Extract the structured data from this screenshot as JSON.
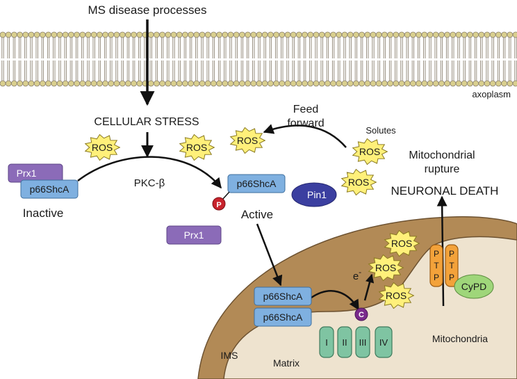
{
  "labels": {
    "ms_disease": "MS disease processes",
    "cellular_stress": "CELLULAR STRESS",
    "axoplasm": "axoplasm",
    "feed": "Feed",
    "forward": "forward",
    "solutes": "Solutes",
    "mito_rupture_1": "Mitochondrial",
    "mito_rupture_2": "rupture",
    "neuronal_death": "NEURONAL DEATH",
    "pkc": "PKC-β",
    "inactive": "Inactive",
    "active": "Active",
    "ims": "IMS",
    "matrix": "Matrix",
    "mitochondria": "Mitochondria",
    "electron": "e",
    "electron_sup": "-"
  },
  "proteins": {
    "prx1": "Prx1",
    "p66shca": "p66ShcA",
    "pin1": "Pin1",
    "cypd": "CyPD",
    "cytc": "C",
    "phospho": "P"
  },
  "ros": "ROS",
  "ptp_letters": [
    "P",
    "T",
    "P"
  ],
  "complexes": [
    "I",
    "II",
    "III",
    "IV"
  ],
  "colors": {
    "prx1_fill": "#8b6bb8",
    "p66_fill": "#7fb0e0",
    "pin1_fill": "#3b3fa0",
    "ros_fill": "#fff07a",
    "ptp_fill": "#f3a23a",
    "cypd_fill": "#9fd67a",
    "complex_fill": "#7fc4a2",
    "mito_outer": "#b28a56",
    "mito_inner": "#eee3cf",
    "membrane_head": "#d9cf8e",
    "phospho_fill": "#c8232c",
    "cytc_fill": "#7a2a8c"
  }
}
